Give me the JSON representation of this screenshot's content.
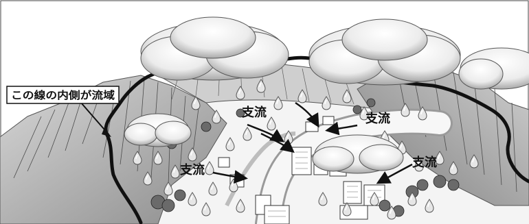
{
  "diagram": {
    "callout": "この線の内側が流域",
    "tributary_labels": [
      "支流",
      "支流",
      "支流",
      "支流"
    ]
  }
}
